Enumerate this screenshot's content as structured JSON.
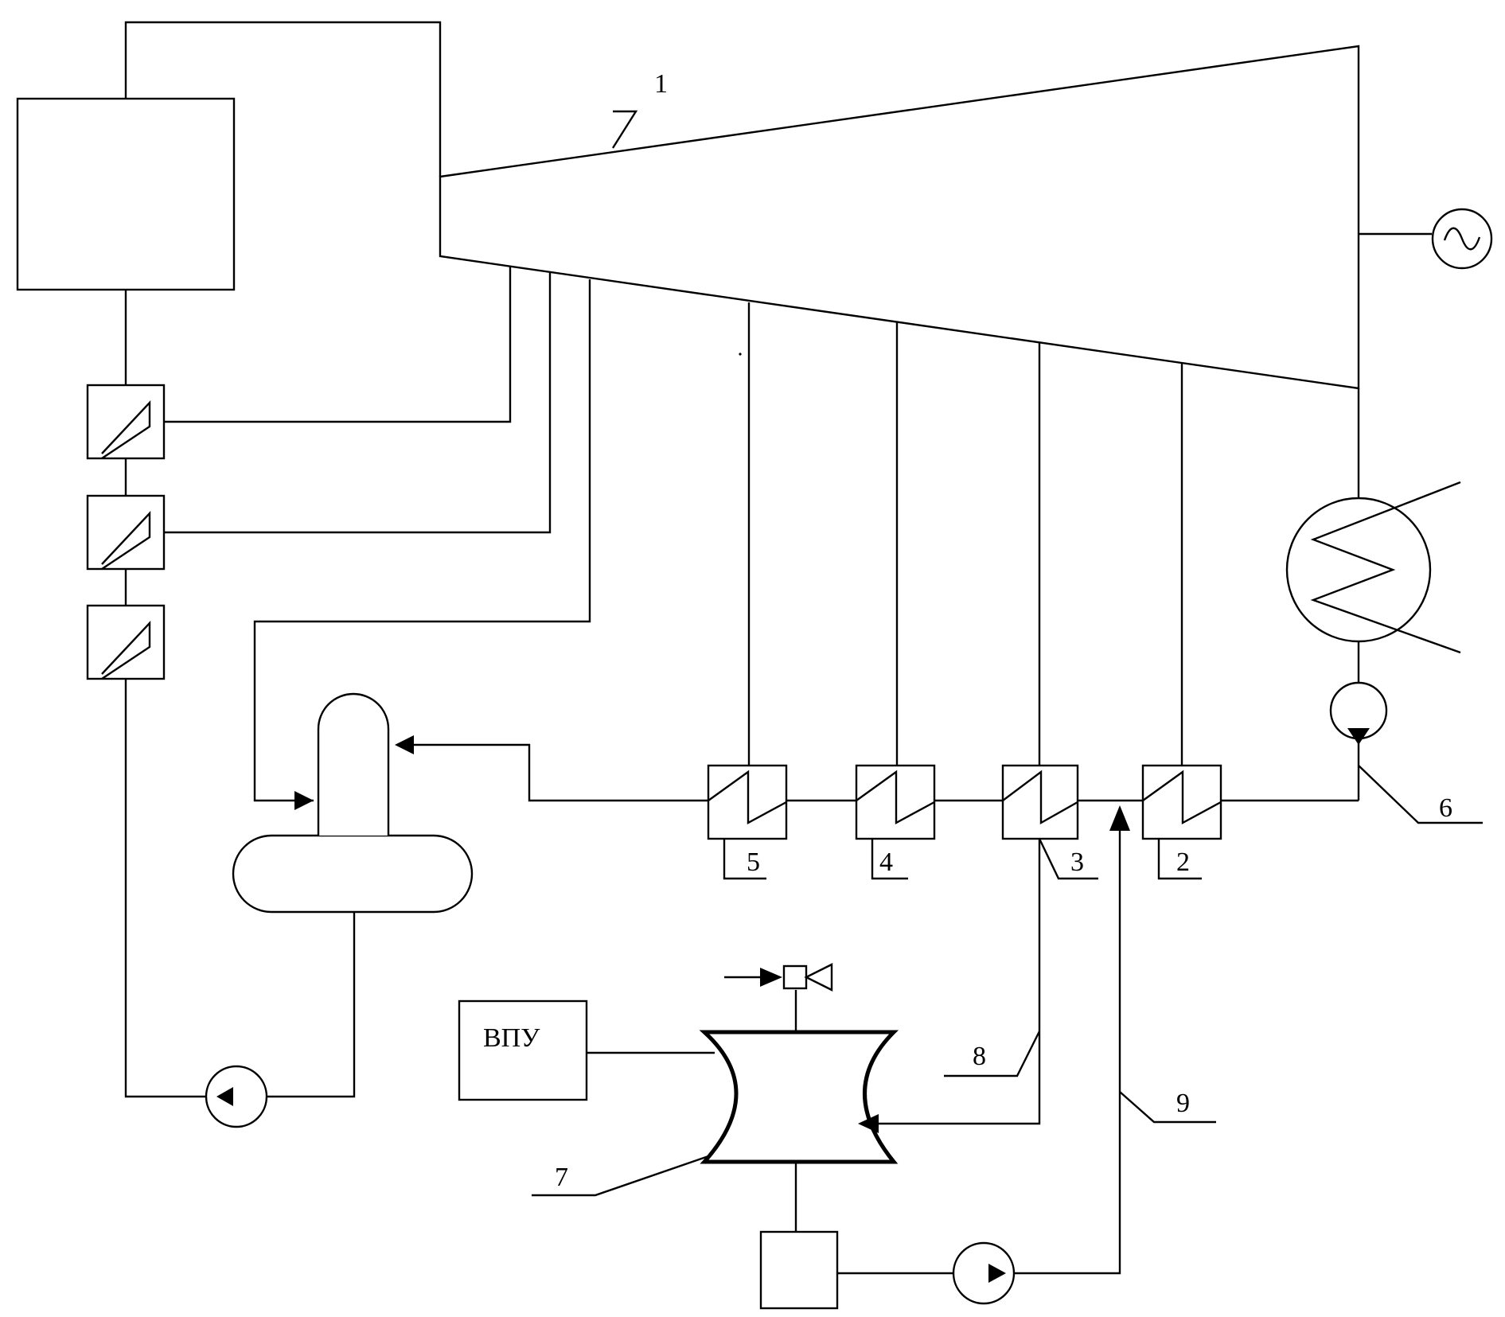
{
  "labels": {
    "turbine": "1",
    "heater_2": "2",
    "heater_3": "3",
    "heater_4": "4",
    "heater_5": "5",
    "condensate_pump": "6",
    "mixer_tank": "7",
    "extraction_line": "8",
    "feed_line": "9",
    "water_treatment": "ВПУ"
  }
}
